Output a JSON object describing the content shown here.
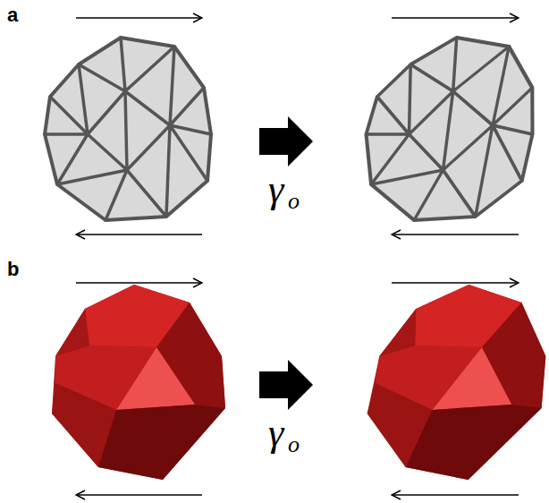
{
  "diagram": {
    "labels": [
      "a",
      "γ",
      "o",
      "b",
      "γ",
      "o"
    ]
  }
}
